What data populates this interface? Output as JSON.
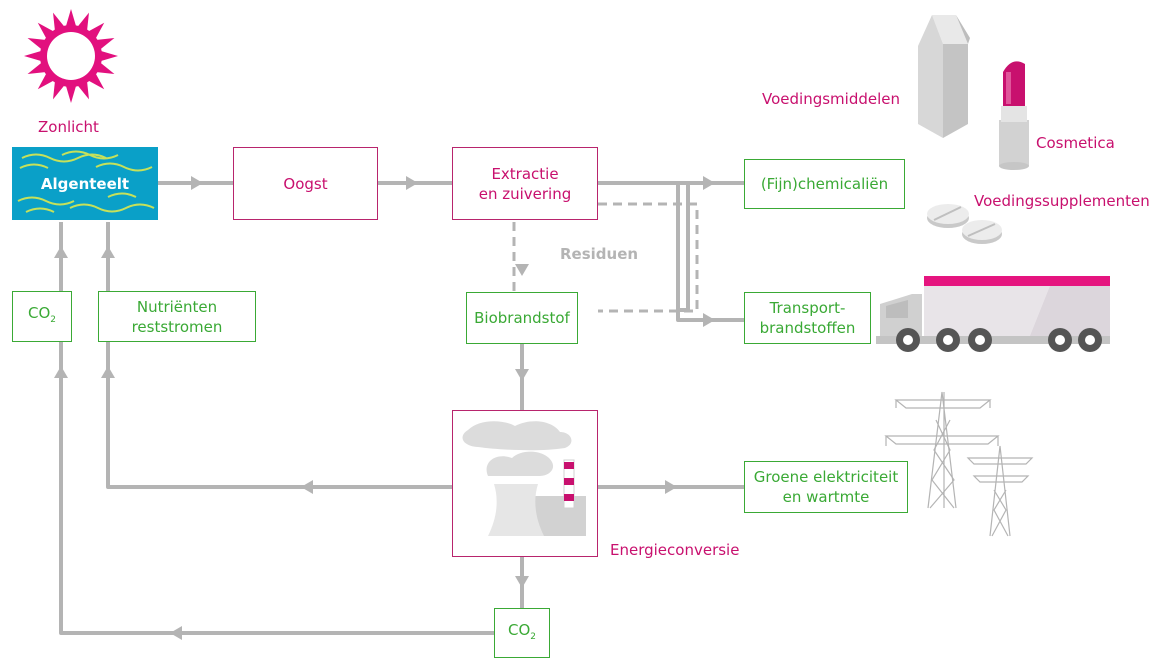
{
  "labels": {
    "sun": "Zonlicht",
    "cultivation": "Algenteelt",
    "harvest": "Oogst",
    "extraction_line1": "Extractie",
    "extraction_line2": "en zuivering",
    "residues": "Residuen",
    "biofuel": "Biobrandstof",
    "energy_conversion": "Energieconversie",
    "co2_main": "CO",
    "co2_sub": "2",
    "nutrients_line1": "Nutriënten",
    "nutrients_line2": "reststromen",
    "chemicals": "(Fijn)chemicaliën",
    "transport_line1": "Transport-",
    "transport_line2": "brandstoffen",
    "electricity_line1": "Groene elektriciteit",
    "electricity_line2": "en wartmte",
    "food": "Voedingsmiddelen",
    "cosmetics": "Cosmetica",
    "supplements": "Voedingssupplementen"
  },
  "colors": {
    "magenta": "#c8106e",
    "green": "#3aa935",
    "flow_line": "#b4b4b4",
    "algae_tile": "#0aa0c8",
    "algae_wave": "#c6e15a"
  },
  "icons": [
    "sun-icon",
    "algae-tile-icon",
    "milk-carton-icon",
    "lipstick-icon",
    "pills-icon",
    "truck-icon",
    "power-pylon-icon",
    "power-plant-icon"
  ]
}
